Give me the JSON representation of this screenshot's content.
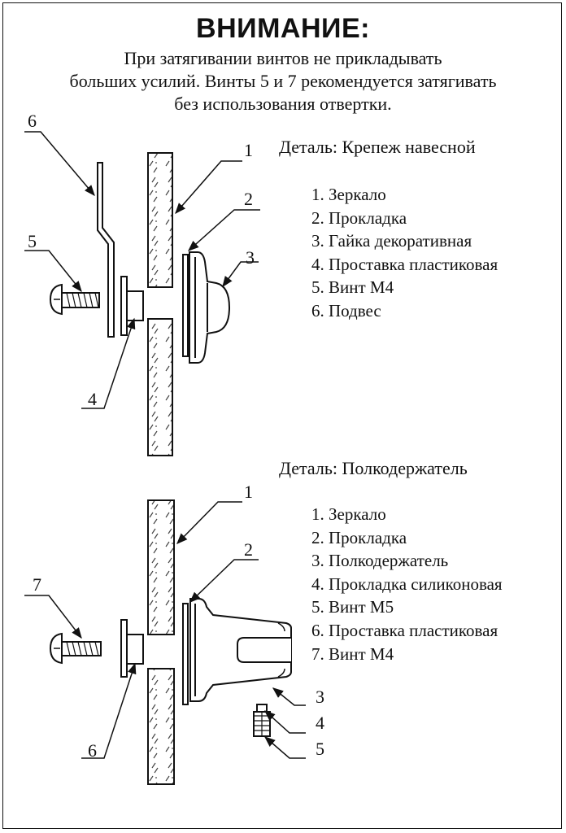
{
  "header": {
    "title": "ВНИМАНИЕ:",
    "warning_lines": [
      "При затягивании винтов не прикладывать",
      "больших усилий. Винты 5 и 7 рекомендуется затягивать",
      "без использования отвертки."
    ]
  },
  "sections": [
    {
      "title": "Деталь: Крепеж навесной",
      "legend": [
        "1. Зеркало",
        "2. Прокладка",
        "3. Гайка декоративная",
        "4. Проставка пластиковая",
        "5. Винт М4",
        "6. Подвес"
      ],
      "callouts": [
        "1",
        "2",
        "3",
        "4",
        "5",
        "6"
      ]
    },
    {
      "title": "Деталь: Полкодержатель",
      "legend": [
        "1. Зеркало",
        "2. Прокладка",
        "3. Полкодержатель",
        "4. Прокладка силиконовая",
        "5. Винт М5",
        "6. Проставка пластиковая",
        "7. Винт М4"
      ],
      "callouts": [
        "1",
        "2",
        "3",
        "4",
        "5",
        "6",
        "7"
      ]
    }
  ]
}
